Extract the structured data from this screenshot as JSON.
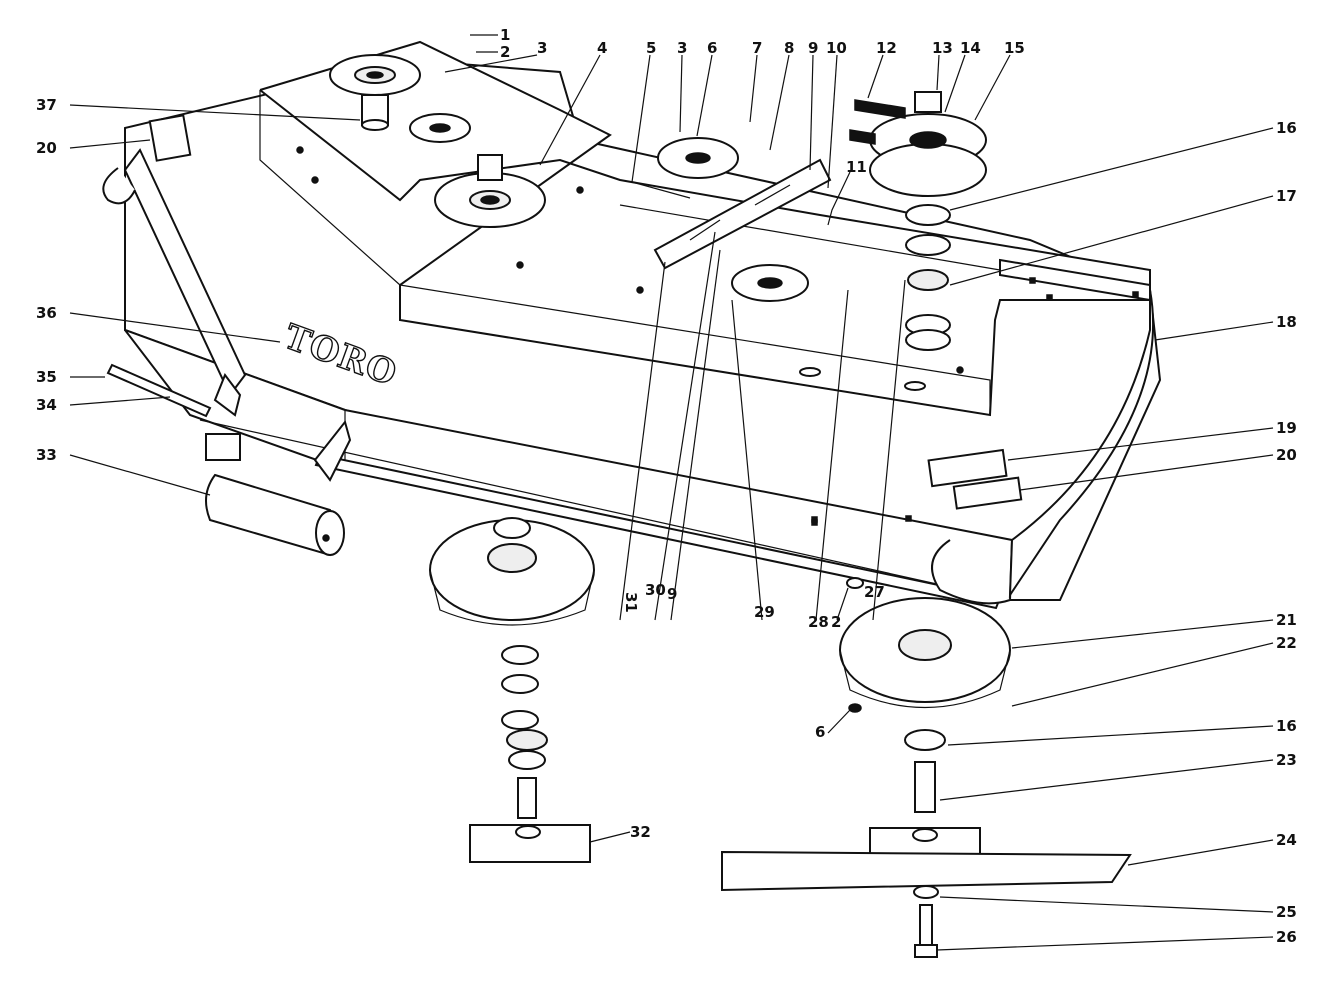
{
  "brand": "TORO",
  "callouts": {
    "c1": "1",
    "c2_top": "2",
    "c3_left": "3",
    "c4": "4",
    "c5": "5",
    "c3_mid": "3",
    "c6_top": "6",
    "c7": "7",
    "c8": "8",
    "c9_top": "9",
    "c10": "10",
    "c11": "11",
    "c12": "12",
    "c13": "13",
    "c14": "14",
    "c15": "15",
    "c16_top": "16",
    "c17": "17",
    "c18": "18",
    "c19": "19",
    "c20_right": "20",
    "c21": "21",
    "c22": "22",
    "c16_bot": "16",
    "c23": "23",
    "c24": "24",
    "c25": "25",
    "c26": "26",
    "c37": "37",
    "c20_left": "20",
    "c36": "36",
    "c35": "35",
    "c34": "34",
    "c33": "33",
    "c31": "31",
    "c30": "30",
    "c9_bot": "9",
    "c29": "29",
    "c28": "28",
    "c27": "27",
    "c2_bot": "2",
    "c6_bot": "6",
    "c32": "32"
  }
}
